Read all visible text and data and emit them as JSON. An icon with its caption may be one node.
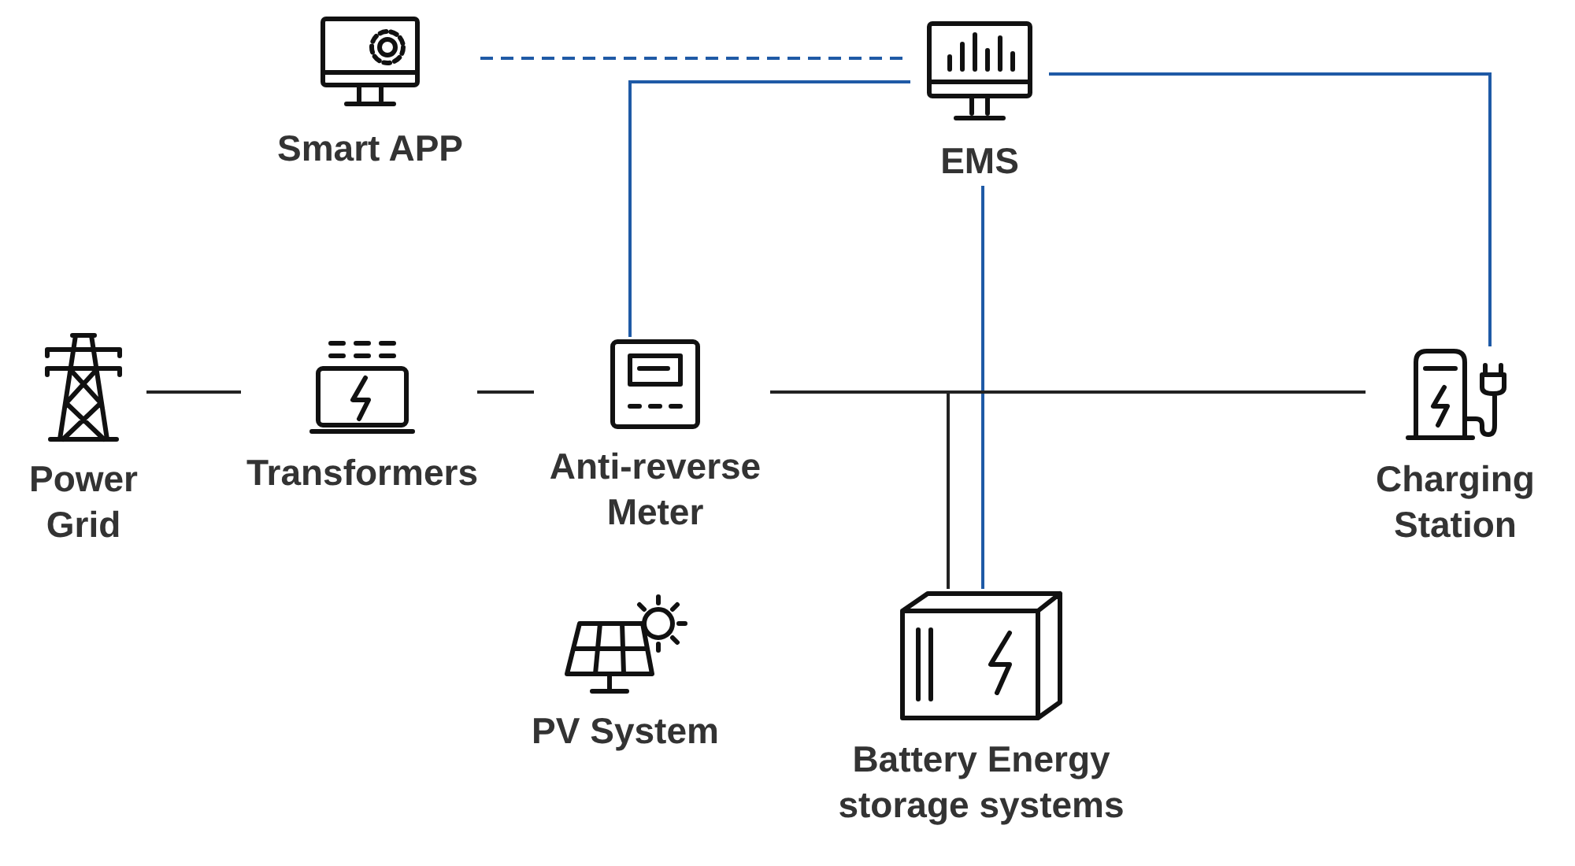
{
  "diagram": {
    "nodes": [
      {
        "text": [
          "Smart APP"
        ]
      },
      {
        "text": [
          "EMS"
        ]
      },
      {
        "text": [
          "Power Grid"
        ]
      },
      {
        "text": [
          "Transformers"
        ]
      },
      {
        "text": [
          "Anti-reverse Meter"
        ]
      },
      {
        "text": [
          "Charging Station"
        ]
      },
      {
        "text": [
          "PV System"
        ]
      },
      {
        "text": [
          "Battery Energy storage systems"
        ]
      }
    ],
    "edges": [
      {
        "from": 0,
        "to": 1,
        "arrow": "none",
        "style": "dashed",
        "color": "#1f5aa6"
      },
      {
        "from": 1,
        "to": 4,
        "arrow": "none",
        "color": "#1f5aa6"
      },
      {
        "from": 1,
        "to": 5,
        "arrow": "none",
        "color": "#1f5aa6"
      },
      {
        "from": 1,
        "to": 7,
        "arrow": "none",
        "color": "#1f5aa6"
      },
      {
        "from": 2,
        "to": 3,
        "arrow": "none",
        "color": "#222222"
      },
      {
        "from": 3,
        "to": 4,
        "arrow": "none",
        "color": "#222222"
      },
      {
        "from": 4,
        "to": 5,
        "arrow": "none",
        "color": "#222222"
      },
      {
        "from": 4,
        "to": 7,
        "arrow": "none",
        "color": "#222222"
      }
    ]
  }
}
